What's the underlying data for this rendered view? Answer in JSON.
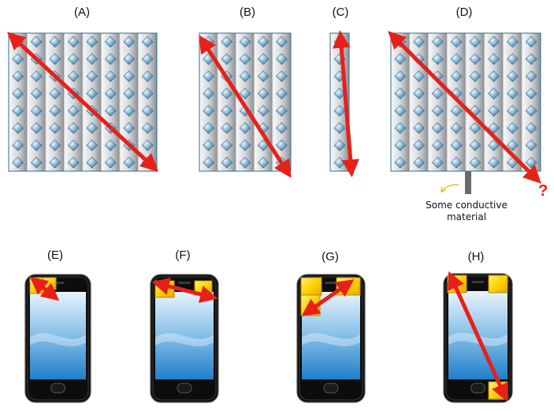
{
  "labels": {
    "a": "(A)",
    "b": "(B)",
    "c": "(C)",
    "d": "(D)",
    "e": "(E)",
    "f": "(F)",
    "g": "(G)",
    "h": "(H)"
  },
  "note": {
    "line1": "Some conductive",
    "line2": "material"
  },
  "question_mark": "?",
  "colors": {
    "arrow": "#e8201a",
    "tile": "#ffd200",
    "phone_body": "#111111",
    "screen_top": "#e8f3fb",
    "screen_bottom": "#2f8fd6",
    "panel_stripe": "#d8dadc",
    "stud": "#5d8fb0",
    "callout": "#e8b800"
  },
  "icons": [
    "studded-panel",
    "smartphone-icon",
    "yellow-tile",
    "double-arrow"
  ]
}
